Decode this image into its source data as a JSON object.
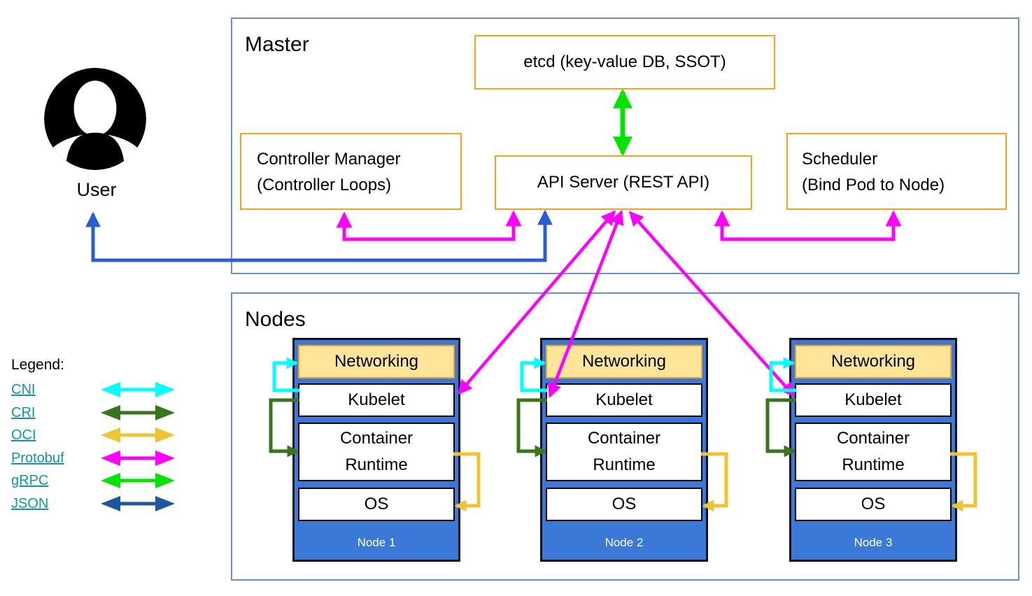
{
  "user": {
    "label": "User"
  },
  "master": {
    "title": "Master",
    "etcd_label": "etcd (key-value DB, SSOT)",
    "controller_manager_line1": "Controller Manager",
    "controller_manager_line2": "(Controller Loops)",
    "api_server_label": "API Server (REST API)",
    "scheduler_line1": "Scheduler",
    "scheduler_line2": "(Bind Pod to Node)"
  },
  "nodes": {
    "title": "Nodes",
    "layers": {
      "networking": "Networking",
      "kubelet": "Kubelet",
      "container_runtime": "Container Runtime",
      "os": "OS"
    },
    "items": [
      {
        "label": "Node 1"
      },
      {
        "label": "Node 2"
      },
      {
        "label": "Node 3"
      }
    ]
  },
  "legend": {
    "title": "Legend:",
    "items": [
      {
        "label": "CNI"
      },
      {
        "label": "CRI"
      },
      {
        "label": "OCI"
      },
      {
        "label": "Protobuf"
      },
      {
        "label": "gRPC"
      },
      {
        "label": "JSON"
      }
    ]
  },
  "colors": {
    "cni": "#00FFFF",
    "cri": "#38761D",
    "oci": "#F1C232",
    "protobuf": "#FF00FF",
    "grpc": "#00E400",
    "json_legend": "#1E56A0",
    "json_user": "#2B5CD7",
    "orange_border": "#F9A11B",
    "panel_border": "#6991C8",
    "node_fill": "#3B78D8",
    "networking_fill": "#FFE599",
    "legend_link": "#1295A9",
    "node_label_text": "#FFFFFF"
  }
}
